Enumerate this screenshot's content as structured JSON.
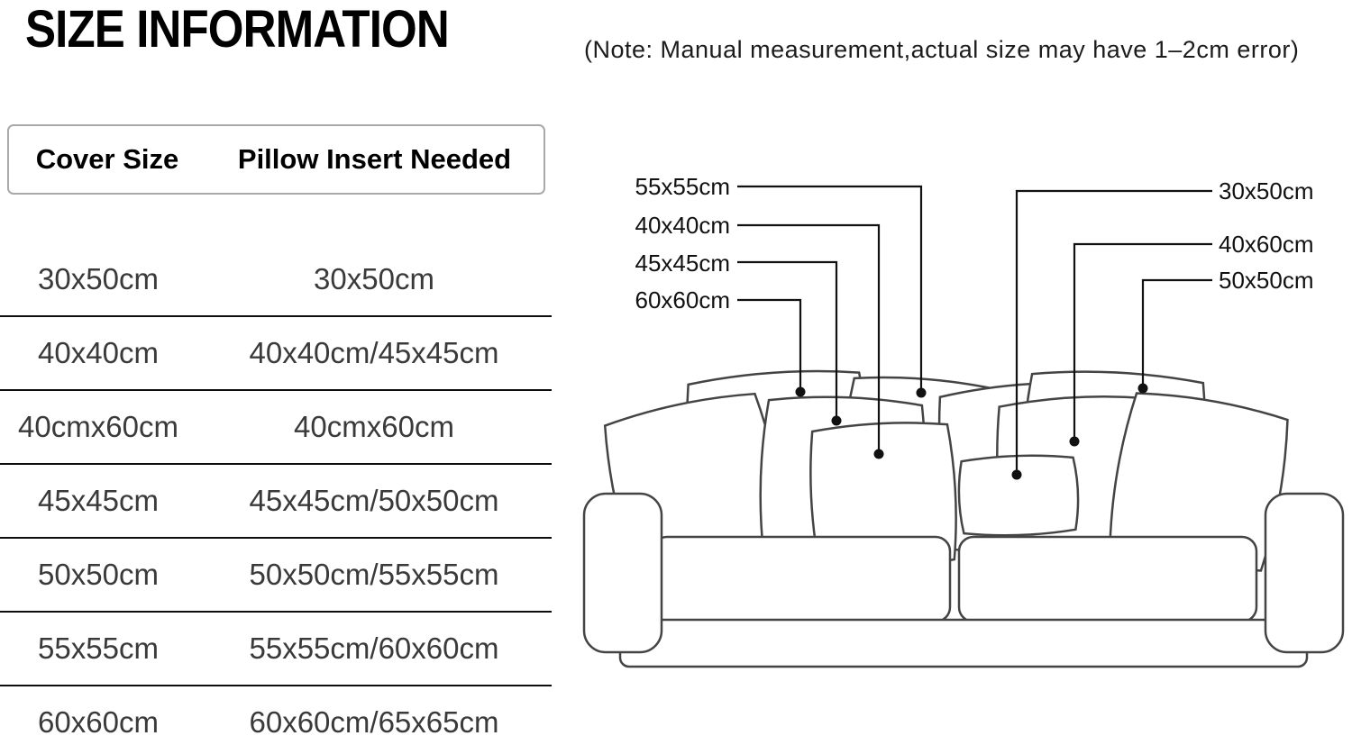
{
  "title": "SIZE INFORMATION",
  "note": "(Note: Manual measurement,actual size may have 1–2cm error)",
  "table": {
    "headers": {
      "cover": "Cover Size",
      "insert": "Pillow Insert Needed"
    },
    "rows": [
      {
        "cover": "30x50cm",
        "insert": "30x50cm"
      },
      {
        "cover": "40x40cm",
        "insert": "40x40cm/45x45cm"
      },
      {
        "cover": "40cmx60cm",
        "insert": "40cmx60cm"
      },
      {
        "cover": "45x45cm",
        "insert": "45x45cm/50x50cm"
      },
      {
        "cover": "50x50cm",
        "insert": "50x50cm/55x55cm"
      },
      {
        "cover": "55x55cm",
        "insert": "55x55cm/60x60cm"
      },
      {
        "cover": "60x60cm",
        "insert": "60x60cm/65x65cm"
      }
    ]
  },
  "diagram": {
    "left_labels": [
      "55x55cm",
      "40x40cm",
      "45x45cm",
      "60x60cm"
    ],
    "right_labels": [
      "30x50cm",
      "40x60cm",
      "50x50cm"
    ]
  },
  "colors": {
    "text": "#1a1a1a",
    "line_art": "#444444",
    "leader_line": "#111111"
  }
}
